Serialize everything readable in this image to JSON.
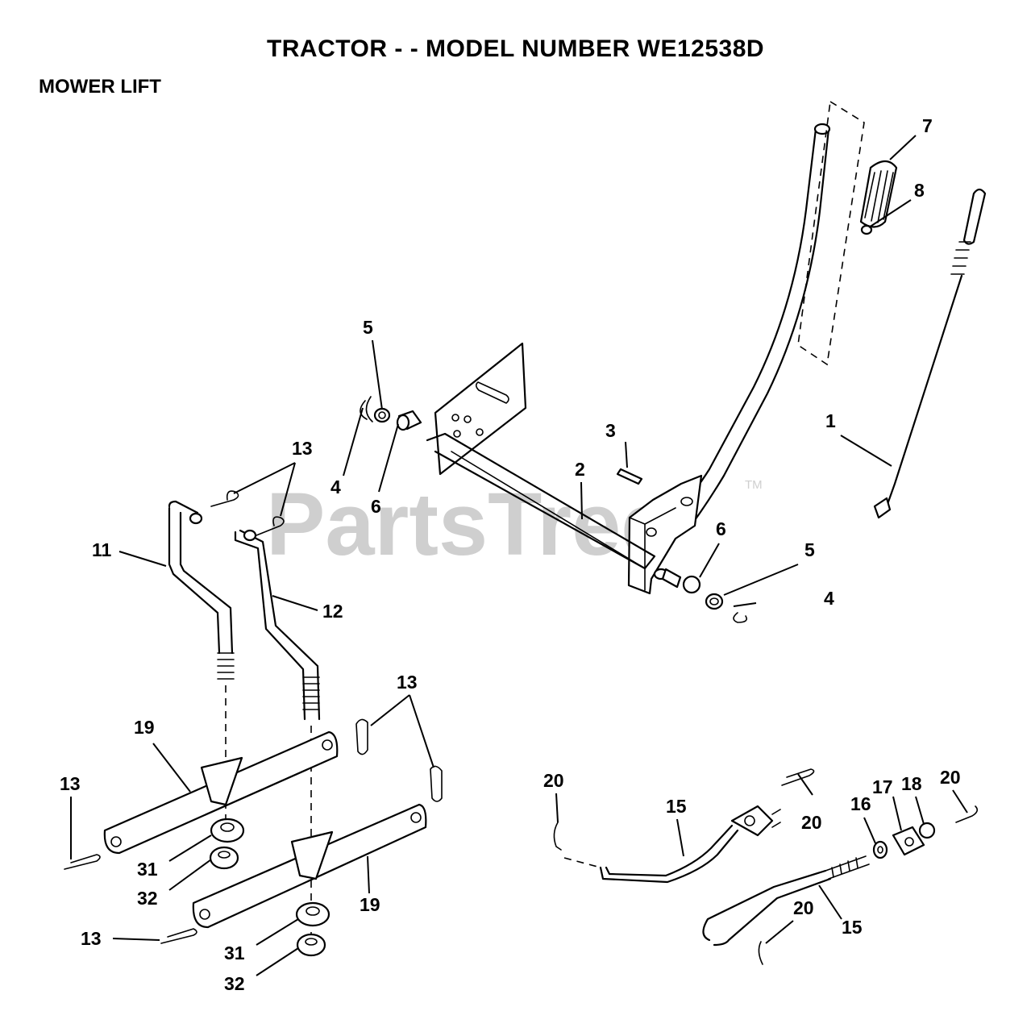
{
  "title": "TRACTOR - - MODEL NUMBER WE12538D",
  "subtitle": "MOWER LIFT",
  "watermark": {
    "text": "PartsTree",
    "trademark": "TM",
    "color": "#cfcfcf"
  },
  "callouts": {
    "c1": "1",
    "c2": "2",
    "c3": "3",
    "c4a": "4",
    "c4b": "4",
    "c5a": "5",
    "c5b": "5",
    "c6a": "6",
    "c6b": "6",
    "c7": "7",
    "c8": "8",
    "c11": "11",
    "c12": "12",
    "c13a": "13",
    "c13b": "13",
    "c13c": "13",
    "c13d": "13",
    "c15a": "15",
    "c15b": "15",
    "c16": "16",
    "c17": "17",
    "c18": "18",
    "c19a": "19",
    "c19b": "19",
    "c20a": "20",
    "c20b": "20",
    "c20c": "20",
    "c20d": "20",
    "c31a": "31",
    "c31b": "31",
    "c32a": "32",
    "c32b": "32"
  }
}
